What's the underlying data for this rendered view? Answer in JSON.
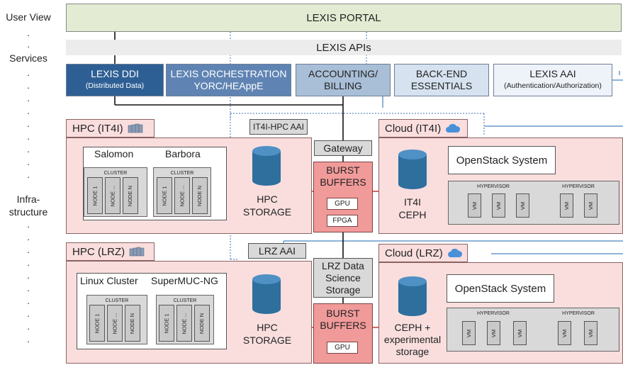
{
  "side_labels": {
    "user_view": "User View",
    "services": "Services",
    "infra_line1": "Infra-",
    "infra_line2": "structure",
    "dot": "."
  },
  "portal": "LEXIS PORTAL",
  "apis": "LEXIS APIs",
  "services": [
    {
      "main": "LEXIS DDI",
      "sub": "(Distributed Data)"
    },
    {
      "main": "LEXIS ORCHESTRATION",
      "main2": "YORC/HEAppE"
    },
    {
      "main": "ACCOUNTING/",
      "main2": "BILLING"
    },
    {
      "main": "BACK-END",
      "main2": "ESSENTIALS"
    },
    {
      "main": "LEXIS AAI",
      "sub": "(Authentication/Authorization)"
    }
  ],
  "it4i": {
    "hpc_header": "HPC (IT4I)",
    "cloud_header": "Cloud (IT4I)",
    "aai": "IT4I-HPC AAI",
    "gateway": "Gateway",
    "machines": [
      "Salomon",
      "Barbora"
    ],
    "cluster_label": "CLUSTER",
    "nodes": [
      "NODE 1",
      "NODE ...",
      "NODE N"
    ],
    "hpc_storage": [
      "HPC",
      "STORAGE"
    ],
    "burst": [
      "BURST",
      "BUFFERS"
    ],
    "gpu": "GPU",
    "fpga": "FPGA",
    "ceph": [
      "IT4I",
      "CEPH"
    ],
    "openstack": "OpenStack System",
    "hypervisor": "HYPERVISOR",
    "vm": "VM"
  },
  "lrz": {
    "hpc_header": "HPC (LRZ)",
    "cloud_header": "Cloud (LRZ)",
    "aai": "LRZ AAI",
    "data_storage": [
      "LRZ Data",
      "Science",
      "Storage"
    ],
    "machines": [
      "Linux Cluster",
      "SuperMUC-NG"
    ],
    "cluster_label": "CLUSTER",
    "nodes": [
      "NODE 1",
      "NODE ...",
      "NODE N"
    ],
    "hpc_storage": [
      "HPC",
      "STORAGE"
    ],
    "burst": [
      "BURST",
      "BUFFERS"
    ],
    "gpu": "GPU",
    "ceph": [
      "CEPH +",
      "experimental",
      "storage"
    ],
    "openstack": "OpenStack System",
    "hypervisor": "HYPERVISOR",
    "vm": "VM"
  },
  "colors": {
    "portal": "#e3ecd2",
    "ddi": "#2e5f94",
    "orchestration": "#5f84b3",
    "accounting": "#a9bfd8",
    "backend": "#d6e2f0",
    "aai": "#eef3fa",
    "pink": "#fadede",
    "burst": "#f19a9a",
    "storage_blue": "#2e6f9e"
  }
}
